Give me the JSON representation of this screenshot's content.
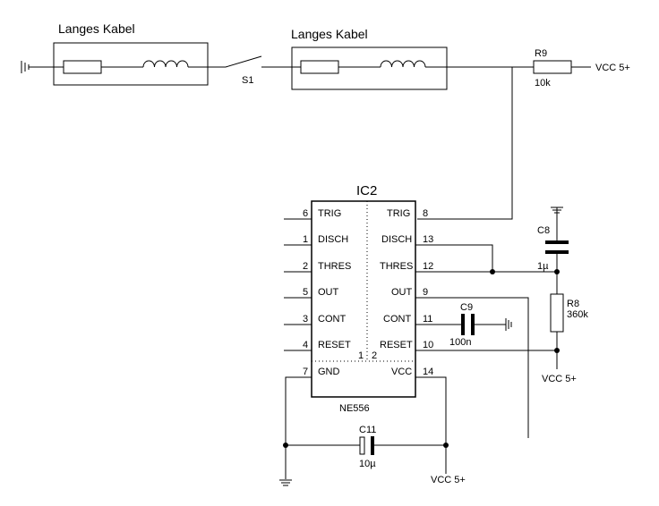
{
  "cables": [
    {
      "label": "Langes Kabel"
    },
    {
      "label": "Langes Kabel"
    }
  ],
  "switch": {
    "label": "S1"
  },
  "r9": {
    "name": "R9",
    "value": "10k"
  },
  "r8": {
    "name": "R8",
    "value": "360k"
  },
  "c8": {
    "name": "C8",
    "value": "1µ"
  },
  "c9": {
    "name": "C9",
    "value": "100n"
  },
  "c11": {
    "name": "C11",
    "value": "10µ"
  },
  "vcc": "VCC 5+",
  "ic": {
    "name": "IC2",
    "part": "NE556",
    "half_labels": [
      "1",
      "2"
    ],
    "left_pins": [
      {
        "num": "6",
        "name": "TRIG"
      },
      {
        "num": "1",
        "name": "DISCH"
      },
      {
        "num": "2",
        "name": "THRES"
      },
      {
        "num": "5",
        "name": "OUT"
      },
      {
        "num": "3",
        "name": "CONT"
      },
      {
        "num": "4",
        "name": "RESET"
      },
      {
        "num": "7",
        "name": "GND"
      }
    ],
    "right_pins": [
      {
        "num": "8",
        "name": "TRIG"
      },
      {
        "num": "13",
        "name": "DISCH"
      },
      {
        "num": "12",
        "name": "THRES"
      },
      {
        "num": "9",
        "name": "OUT"
      },
      {
        "num": "11",
        "name": "CONT"
      },
      {
        "num": "10",
        "name": "RESET"
      },
      {
        "num": "14",
        "name": "VCC"
      }
    ]
  }
}
